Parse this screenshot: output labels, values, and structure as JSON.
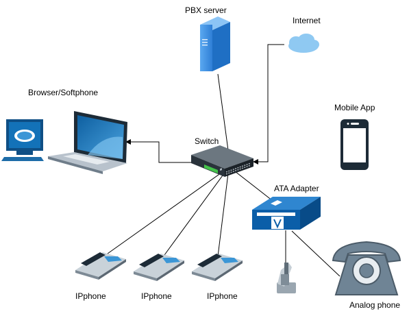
{
  "labels": {
    "pbx": "PBX server",
    "internet": "Internet",
    "browser": "Browser/Softphone",
    "mobile": "Mobile App",
    "switch": "Switch",
    "ata": "ATA Adapter",
    "ipphone1": "IPphone",
    "ipphone2": "IPphone",
    "ipphone3": "IPphone",
    "analog": "Analog phone"
  },
  "icons": {
    "pbx": "server-icon",
    "internet": "cloud-icon",
    "desktop": "desktop-computer-icon",
    "laptop": "laptop-icon",
    "mobile": "mobile-phone-icon",
    "switch": "network-switch-icon",
    "ata": "ata-adapter-icon",
    "ipphone": "ip-phone-icon",
    "cordless": "cordless-phone-icon",
    "analog": "analog-phone-icon"
  },
  "colors": {
    "line": "#000000",
    "server": "#3a8ee6",
    "cloud": "#8fc9f2",
    "ata": "#0b5ea8",
    "screen": "#1372b8",
    "phone_grey": "#6f8495",
    "mobile": "#1d2b37"
  }
}
